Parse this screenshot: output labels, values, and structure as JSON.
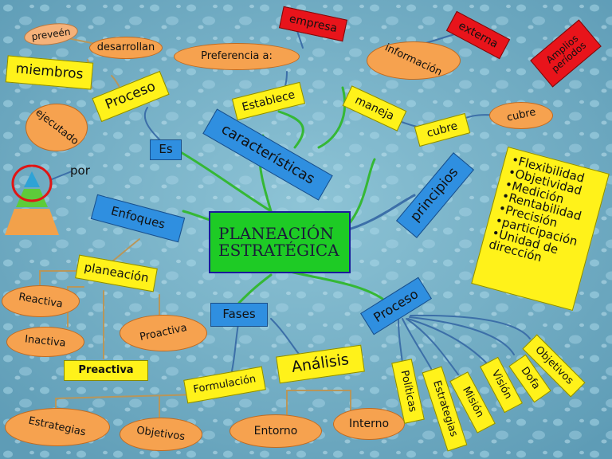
{
  "diagram": {
    "central": {
      "line1": "PLANEACIÓN",
      "line2": "ESTRATÉGICA"
    },
    "nodes": {
      "preveen": "preveén",
      "desarrollan": "desarrollan",
      "miembros": "miembros",
      "proceso_top": "Proceso",
      "ejecutado": "ejecutado",
      "es": "Es",
      "por": "por",
      "preferencia": "Preferencia a:",
      "empresa": "empresa",
      "establece": "Establece",
      "caracteristicas": "características",
      "informacion": "información",
      "externa": "externa",
      "amplios_line1": "Amplios",
      "amplios_line2": "períodos",
      "maneja": "maneja",
      "cubre_rect": "cubre",
      "cubre_oval": "cubre",
      "principios": "principios",
      "enfoques": "Enfoques",
      "planeacion": "planeación",
      "reactiva": "Reactiva",
      "inactiva": "Inactiva",
      "proactiva": "Proactiva",
      "preactiva": "Preactiva",
      "fases": "Fases",
      "proceso_bottom": "Proceso",
      "analisis": "Análisis",
      "formulacion": "Formulación",
      "estrategias_oval": "Estrategias",
      "objetivos_oval": "Objetivos",
      "entorno": "Entorno",
      "interno": "Interno",
      "politicas": "Políticas",
      "estrategias_rect": "Estrategias",
      "mision": "Misión",
      "vision": "Visión",
      "dofa": "Dofa",
      "objetivos_rect": "Objetivos"
    },
    "principles_list": [
      "•Flexibilidad",
      "•Objetividad",
      "•Medición",
      "•Rentabilidad",
      "•Precisión",
      "•participación",
      "•Unidad de",
      "dirección"
    ],
    "colors": {
      "background": "#6aa6bf",
      "oval": "#f6a24f",
      "yellow": "#fff21a",
      "blue": "#2f8fe0",
      "red": "#e8141b",
      "green": "#1ecb25",
      "line_green": "#35b835",
      "line_blue": "#3c6fa8",
      "line_tan": "#b8965a"
    }
  }
}
